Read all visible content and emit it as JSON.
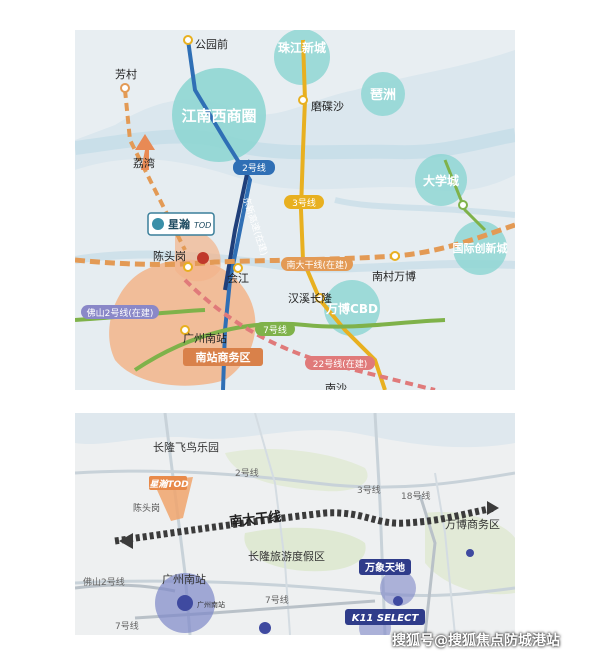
{
  "top_map": {
    "districts": {
      "jiangnan": "江南西商圈",
      "zhujiang": "珠江新城",
      "pazhou": "琶洲",
      "university": "大学城",
      "innovation": "国际创新城",
      "wanbo": "万博CBD",
      "nanzhan": "南站商务区"
    },
    "places": {
      "gongyuanqian": "公园前",
      "fangcun": "芳村",
      "liwan": "荔湾",
      "modiesha": "磨碟沙",
      "chentougang": "陈头岗",
      "huijiang": "会江",
      "hanxi": "汉溪长隆",
      "nancun": "南村万博",
      "gz_south": "广州南站",
      "nan_cut": "南沙"
    },
    "lines": {
      "line2": "2号线",
      "line3": "3号线",
      "line7": "7号线",
      "line22": "22号线(在建)",
      "nandaganxian": "南大干线(在建)",
      "foshan2": "佛山2号线(在建)",
      "vertical": "东新高速(在建)"
    },
    "project": {
      "name": "星瀚",
      "tag": "TOD"
    }
  },
  "bottom_map": {
    "places": {
      "changlong_bird": "长隆飞鸟乐园",
      "chentougang": "陈头岗",
      "gz_south": "广州南站",
      "changlong_tour": "长隆旅游度假区",
      "wanbo_business": "万博商务区",
      "gz_south_station": "广州南站"
    },
    "lines": {
      "line2": "2号线",
      "line3": "3号线",
      "line18": "18号线",
      "line7": "7号线",
      "line7b": "7号线",
      "foshan2": "佛山2号线",
      "nandaganxian": "南大干线"
    },
    "project": {
      "name": "星瀚TOD"
    },
    "badges": {
      "wanxiang": "万象天地",
      "k11": "K11 SELECT"
    }
  },
  "watermark": "搜狐号@搜狐焦点防城港站",
  "colors": {
    "line2": "#2f6fb5",
    "line3": "#e8b020",
    "line7": "#7fb24a",
    "line22": "#e07a7a",
    "nandaganxian": "#e39a55",
    "district": "#8fd6d3",
    "project": "#f2b48a"
  }
}
